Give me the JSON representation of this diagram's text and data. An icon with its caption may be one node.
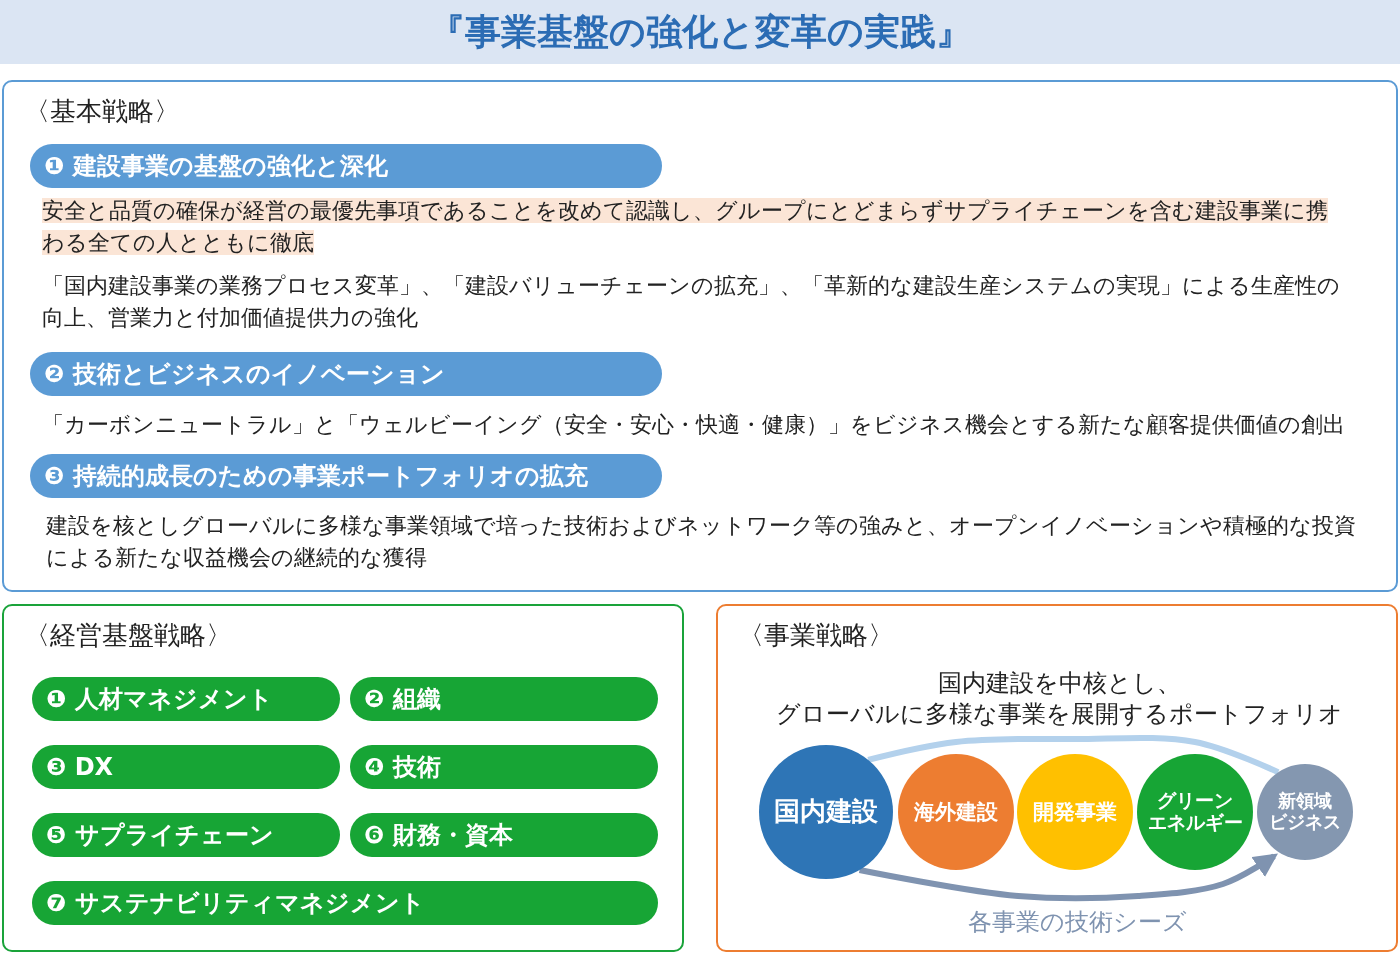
{
  "diagram": {
    "title": "『事業基盤の強化と変革の実践』",
    "nodes": [
      {
        "text": [
          "〈基本戦略〉"
        ]
      },
      {
        "text": [
          "❶ 建設事業の基盤の強化と深化"
        ],
        "in": 0
      },
      {
        "text": [
          "❷ 技術とビジネスのイノベーション"
        ],
        "in": 0
      },
      {
        "text": [
          "❸ 持続的成長のための事業ポートフォリオの拡充"
        ],
        "in": 0
      },
      {
        "text": [
          "〈経営基盤戦略〉"
        ]
      },
      {
        "text": [
          "❶ 人材マネジメント"
        ],
        "in": 4
      },
      {
        "text": [
          "❷ 組織"
        ],
        "in": 4
      },
      {
        "text": [
          "❸ DX"
        ],
        "in": 4
      },
      {
        "text": [
          "❹ 技術"
        ],
        "in": 4
      },
      {
        "text": [
          "❺ サプライチェーン"
        ],
        "in": 4
      },
      {
        "text": [
          "❻ 財務・資本"
        ],
        "in": 4
      },
      {
        "text": [
          "❼ サステナビリティマネジメント"
        ],
        "in": 4
      },
      {
        "text": [
          "〈事業戦略〉"
        ]
      },
      {
        "text": [
          "国内建設"
        ],
        "in": 12
      },
      {
        "text": [
          "海外建設"
        ],
        "in": 12
      },
      {
        "text": [
          "開発事業"
        ],
        "in": 12
      },
      {
        "text": [
          "グリーン",
          "エネルギー"
        ],
        "in": 12
      },
      {
        "text": [
          "新領域",
          "ビジネス"
        ],
        "in": 12
      }
    ],
    "edges": [
      {
        "from": 13,
        "to": 17,
        "arrow": "none",
        "color": "#b3d1ec"
      },
      {
        "from": 13,
        "to": 17,
        "arrow": "to",
        "color": "#7f93b0",
        "label": "各事業の技術シーズ"
      }
    ],
    "labels": [
      "安全と品質の確保が経営の最優先事項であることを改めて認識し、グループにとどまらずサプライチェーンを含む建設事業に携わる全ての人とともに徹底",
      "「国内建設事業の業務プロセス変革」、「建設バリューチェーンの拡充」、「革新的な建設生産システムの実現」による生産性の向上、営業力と付加価値提供力の強化",
      "「カーボンニュートラル」と「ウェルビーイング（安全・安心・快適・健康）」をビジネス機会とする新たな顧客提供価値の創出",
      "建設を核としグローバルに多様な事業領域で培った技術およびネットワーク等の強みと、オープンイノベーションや積極的な投資による新たな収益機会の継続的な獲得",
      "国内建設を中核とし、",
      "グローバルに多様な事業を展開するポートフォリオ"
    ]
  }
}
